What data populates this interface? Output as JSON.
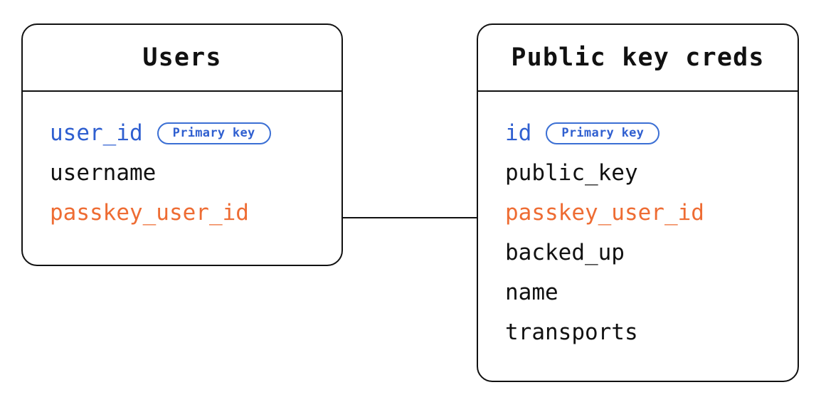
{
  "diagram": {
    "type": "entity-relationship-diagram",
    "background_color": "#ffffff",
    "line_color": "#111111",
    "colors": {
      "primary_key_blue": "#2f5fd0",
      "badge_border_blue": "#3b6fd4",
      "foreign_key_orange": "#ee6c33",
      "text_black": "#111111"
    }
  },
  "entities": [
    {
      "id": "users",
      "title": "Users",
      "fields": [
        {
          "name": "user_id",
          "style": "key",
          "badge": "Primary key"
        },
        {
          "name": "username",
          "style": "plain",
          "badge": null
        },
        {
          "name": "passkey_user_id",
          "style": "fk",
          "badge": null
        }
      ]
    },
    {
      "id": "public_key_creds",
      "title": "Public key creds",
      "fields": [
        {
          "name": "id",
          "style": "key",
          "badge": "Primary key"
        },
        {
          "name": "public_key",
          "style": "plain",
          "badge": null
        },
        {
          "name": "passkey_user_id",
          "style": "fk",
          "badge": null
        },
        {
          "name": "backed_up",
          "style": "plain",
          "badge": null
        },
        {
          "name": "name",
          "style": "plain",
          "badge": null
        },
        {
          "name": "transports",
          "style": "plain",
          "badge": null
        }
      ]
    }
  ],
  "relationships": [
    {
      "from_entity": "users",
      "from_field": "passkey_user_id",
      "to_entity": "public_key_creds",
      "to_field": "passkey_user_id",
      "style": "plain-line"
    }
  ]
}
